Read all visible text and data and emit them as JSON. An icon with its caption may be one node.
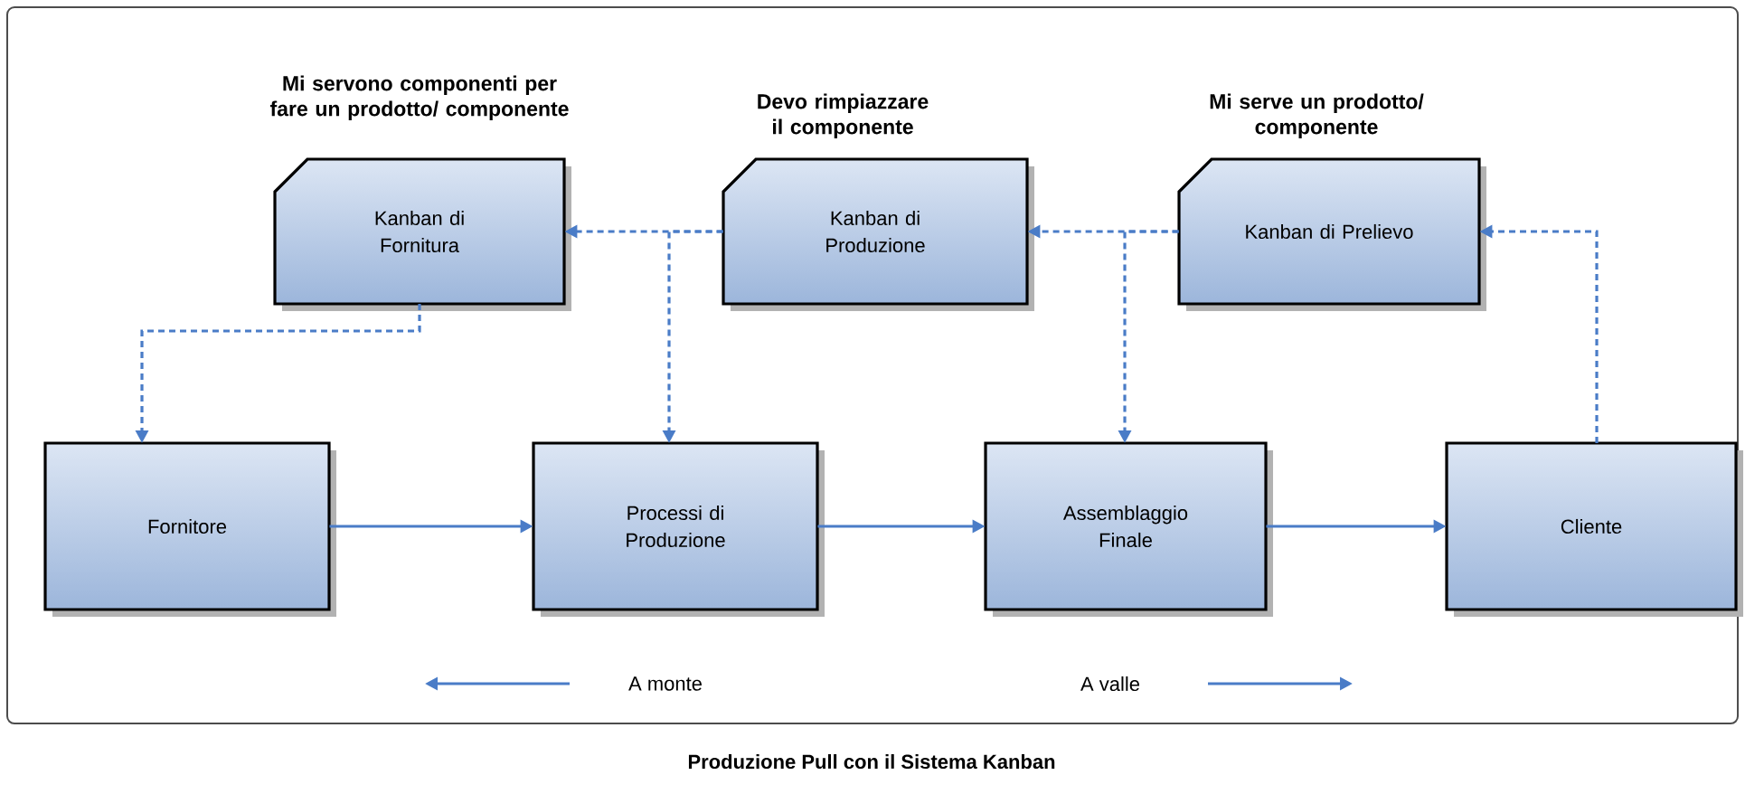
{
  "diagram": {
    "caption": "Produzione Pull con il Sistema Kanban",
    "nodes": [
      {
        "text": [
          "Kanban di Fornitura"
        ],
        "beside": [
          "Mi servono componenti per fare un prodotto/ componente"
        ]
      },
      {
        "text": [
          "Kanban di Produzione"
        ],
        "beside": [
          "Devo rimpiazzare il componente"
        ]
      },
      {
        "text": [
          "Kanban di Prelievo"
        ],
        "beside": [
          "Mi serve un prodotto/ componente"
        ]
      },
      {
        "text": [
          "Fornitore"
        ]
      },
      {
        "text": [
          "Processi di Produzione"
        ]
      },
      {
        "text": [
          "Assemblaggio Finale"
        ]
      },
      {
        "text": [
          "Cliente"
        ]
      }
    ],
    "edges": [
      {
        "from": 2,
        "to": 1,
        "arrow": "to",
        "style": "dashed"
      },
      {
        "from": 2,
        "to": 5,
        "arrow": "to",
        "style": "dashed"
      },
      {
        "from": 1,
        "to": 0,
        "arrow": "to",
        "style": "dashed"
      },
      {
        "from": 1,
        "to": 4,
        "arrow": "to",
        "style": "dashed"
      },
      {
        "from": 0,
        "to": 3,
        "arrow": "to",
        "style": "dashed"
      },
      {
        "from": 6,
        "to": 2,
        "arrow": "to",
        "style": "dashed"
      },
      {
        "from": 3,
        "to": 4,
        "arrow": "to"
      },
      {
        "from": 4,
        "to": 5,
        "arrow": "to"
      },
      {
        "from": 5,
        "to": 6,
        "arrow": "to"
      }
    ],
    "labels": [
      "A monte",
      "A valle"
    ]
  }
}
